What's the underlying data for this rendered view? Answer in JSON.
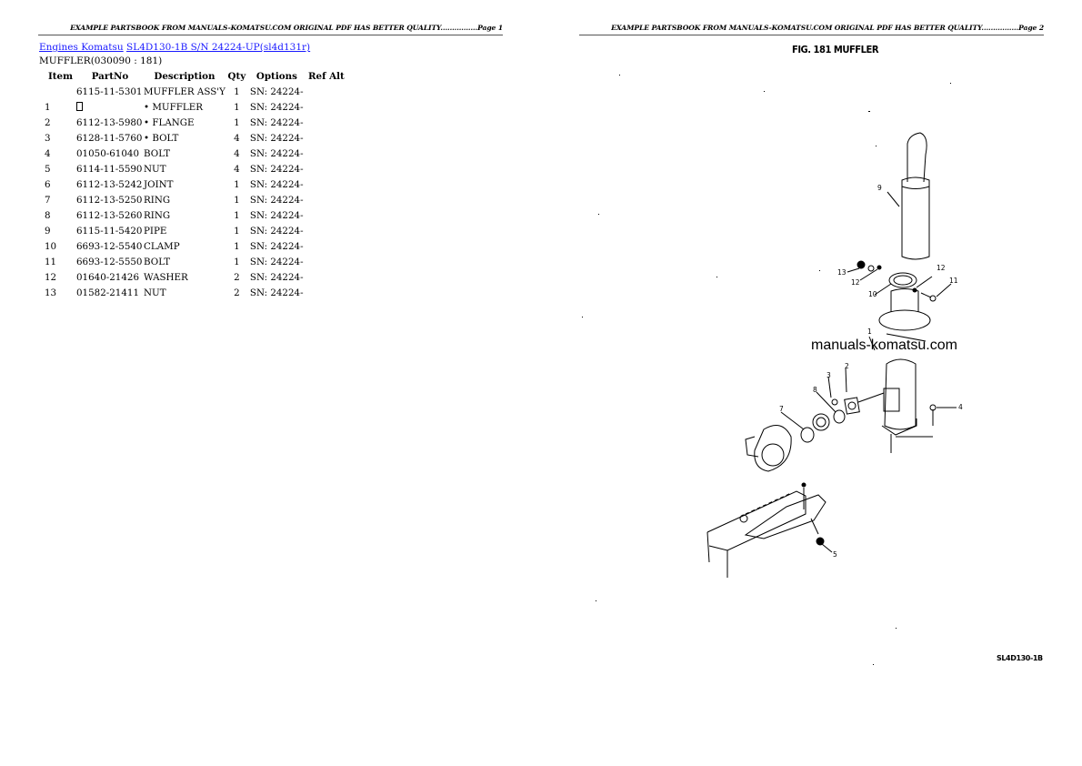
{
  "page1": {
    "header": "EXAMPLE PARTSBOOK FROM MANUALS-KOMATSU.COM ORIGINAL PDF HAS BETTER QUALITY................Page 1",
    "breadcrumb": {
      "link1": "Engines Komatsu",
      "link2": "SL4D130-1B S/N 24224-UP(sl4d131r)"
    },
    "section_title": "MUFFLER(030090 : 181)",
    "table": {
      "headers": {
        "item": "Item",
        "partno": "PartNo",
        "description": "Description",
        "qty": "Qty",
        "options": "Options",
        "refalt": "Ref Alt"
      },
      "rows": [
        {
          "item": "",
          "partno": "6115-11-5301",
          "description": "MUFFLER ASS'Y",
          "qty": "1",
          "options": "SN: 24224-"
        },
        {
          "item": "1",
          "partno": "",
          "description": "• MUFFLER",
          "qty": "1",
          "options": "SN: 24224-"
        },
        {
          "item": "2",
          "partno": "6112-13-5980",
          "description": "• FLANGE",
          "qty": "1",
          "options": "SN: 24224-"
        },
        {
          "item": "3",
          "partno": "6128-11-5760",
          "description": "• BOLT",
          "qty": "4",
          "options": "SN: 24224-"
        },
        {
          "item": "4",
          "partno": "01050-61040",
          "description": "BOLT",
          "qty": "4",
          "options": "SN: 24224-"
        },
        {
          "item": "5",
          "partno": "6114-11-5590",
          "description": "NUT",
          "qty": "4",
          "options": "SN: 24224-"
        },
        {
          "item": "6",
          "partno": "6112-13-5242",
          "description": "JOINT",
          "qty": "1",
          "options": "SN: 24224-"
        },
        {
          "item": "7",
          "partno": "6112-13-5250",
          "description": "RING",
          "qty": "1",
          "options": "SN: 24224-"
        },
        {
          "item": "8",
          "partno": "6112-13-5260",
          "description": "RING",
          "qty": "1",
          "options": "SN: 24224-"
        },
        {
          "item": "9",
          "partno": "6115-11-5420",
          "description": "PIPE",
          "qty": "1",
          "options": "SN: 24224-"
        },
        {
          "item": "10",
          "partno": "6693-12-5540",
          "description": "CLAMP",
          "qty": "1",
          "options": "SN: 24224-"
        },
        {
          "item": "11",
          "partno": "6693-12-5550",
          "description": "BOLT",
          "qty": "1",
          "options": "SN: 24224-"
        },
        {
          "item": "12",
          "partno": "01640-21426",
          "description": "WASHER",
          "qty": "2",
          "options": "SN: 24224-"
        },
        {
          "item": "13",
          "partno": "01582-21411",
          "description": "NUT",
          "qty": "2",
          "options": "SN: 24224-"
        }
      ]
    }
  },
  "page2": {
    "header": "EXAMPLE PARTSBOOK FROM MANUALS-KOMATSU.COM ORIGINAL PDF HAS BETTER QUALITY................Page 2",
    "figure": {
      "caption": "FIG. 181  MUFFLER",
      "watermark": "manuals-komatsu.com",
      "code": "SL4D130-1B",
      "callouts": [
        "9",
        "13",
        "12",
        "10",
        "12",
        "11",
        "1",
        "3",
        "2",
        "8",
        "7",
        "4",
        "5"
      ]
    }
  }
}
